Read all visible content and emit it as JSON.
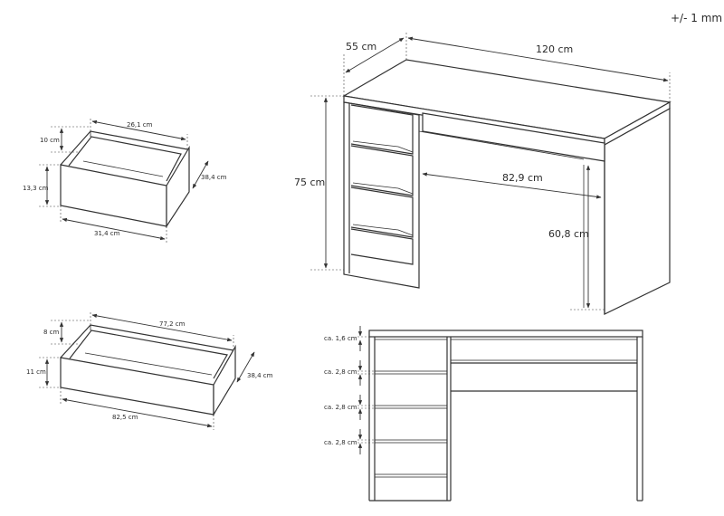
{
  "tolerance": "+/- 1 mm",
  "desk": {
    "depth": "55 cm",
    "width": "120 cm",
    "height": "75 cm",
    "knee_width": "82,9 cm",
    "knee_height": "60,8 cm"
  },
  "small_drawer": {
    "inner_width": "26,1 cm",
    "inner_height": "10 cm",
    "front_height": "13,3 cm",
    "depth": "38,4 cm",
    "front_width": "31,4 cm"
  },
  "large_drawer": {
    "inner_width": "77,2 cm",
    "inner_height": "8 cm",
    "front_height": "11 cm",
    "depth": "38,4 cm",
    "front_width": "82,5 cm"
  },
  "front_view": {
    "gaps": [
      "ca. 1,6 cm",
      "ca. 2,8 cm",
      "ca. 2,8 cm",
      "ca. 2,8 cm"
    ]
  }
}
